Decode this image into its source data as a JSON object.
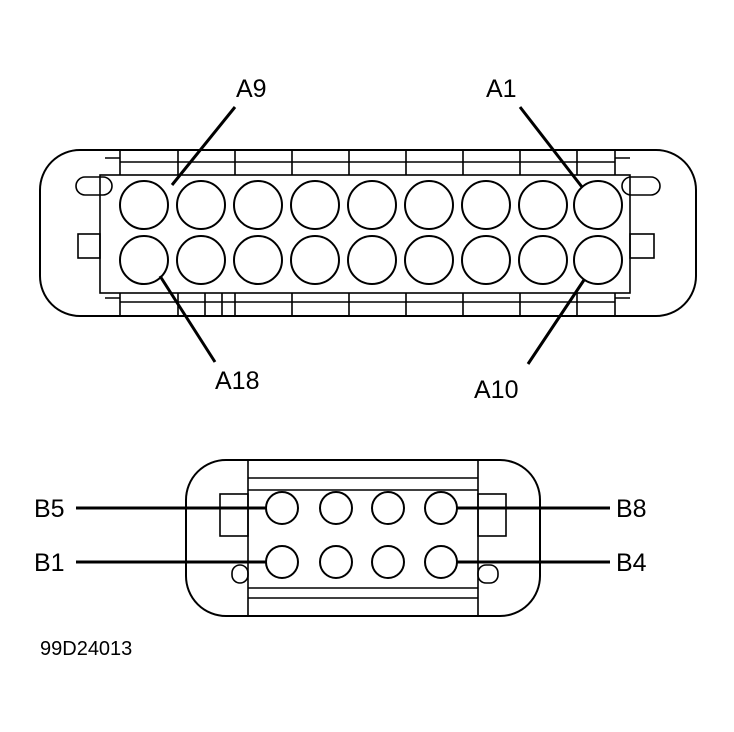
{
  "connector_a": {
    "labels": {
      "a9": "A9",
      "a1": "A1",
      "a18": "A18",
      "a10": "A10"
    }
  },
  "connector_b": {
    "labels": {
      "b5": "B5",
      "b1": "B1",
      "b8": "B8",
      "b4": "B4"
    }
  },
  "figure_code": "99D24013"
}
